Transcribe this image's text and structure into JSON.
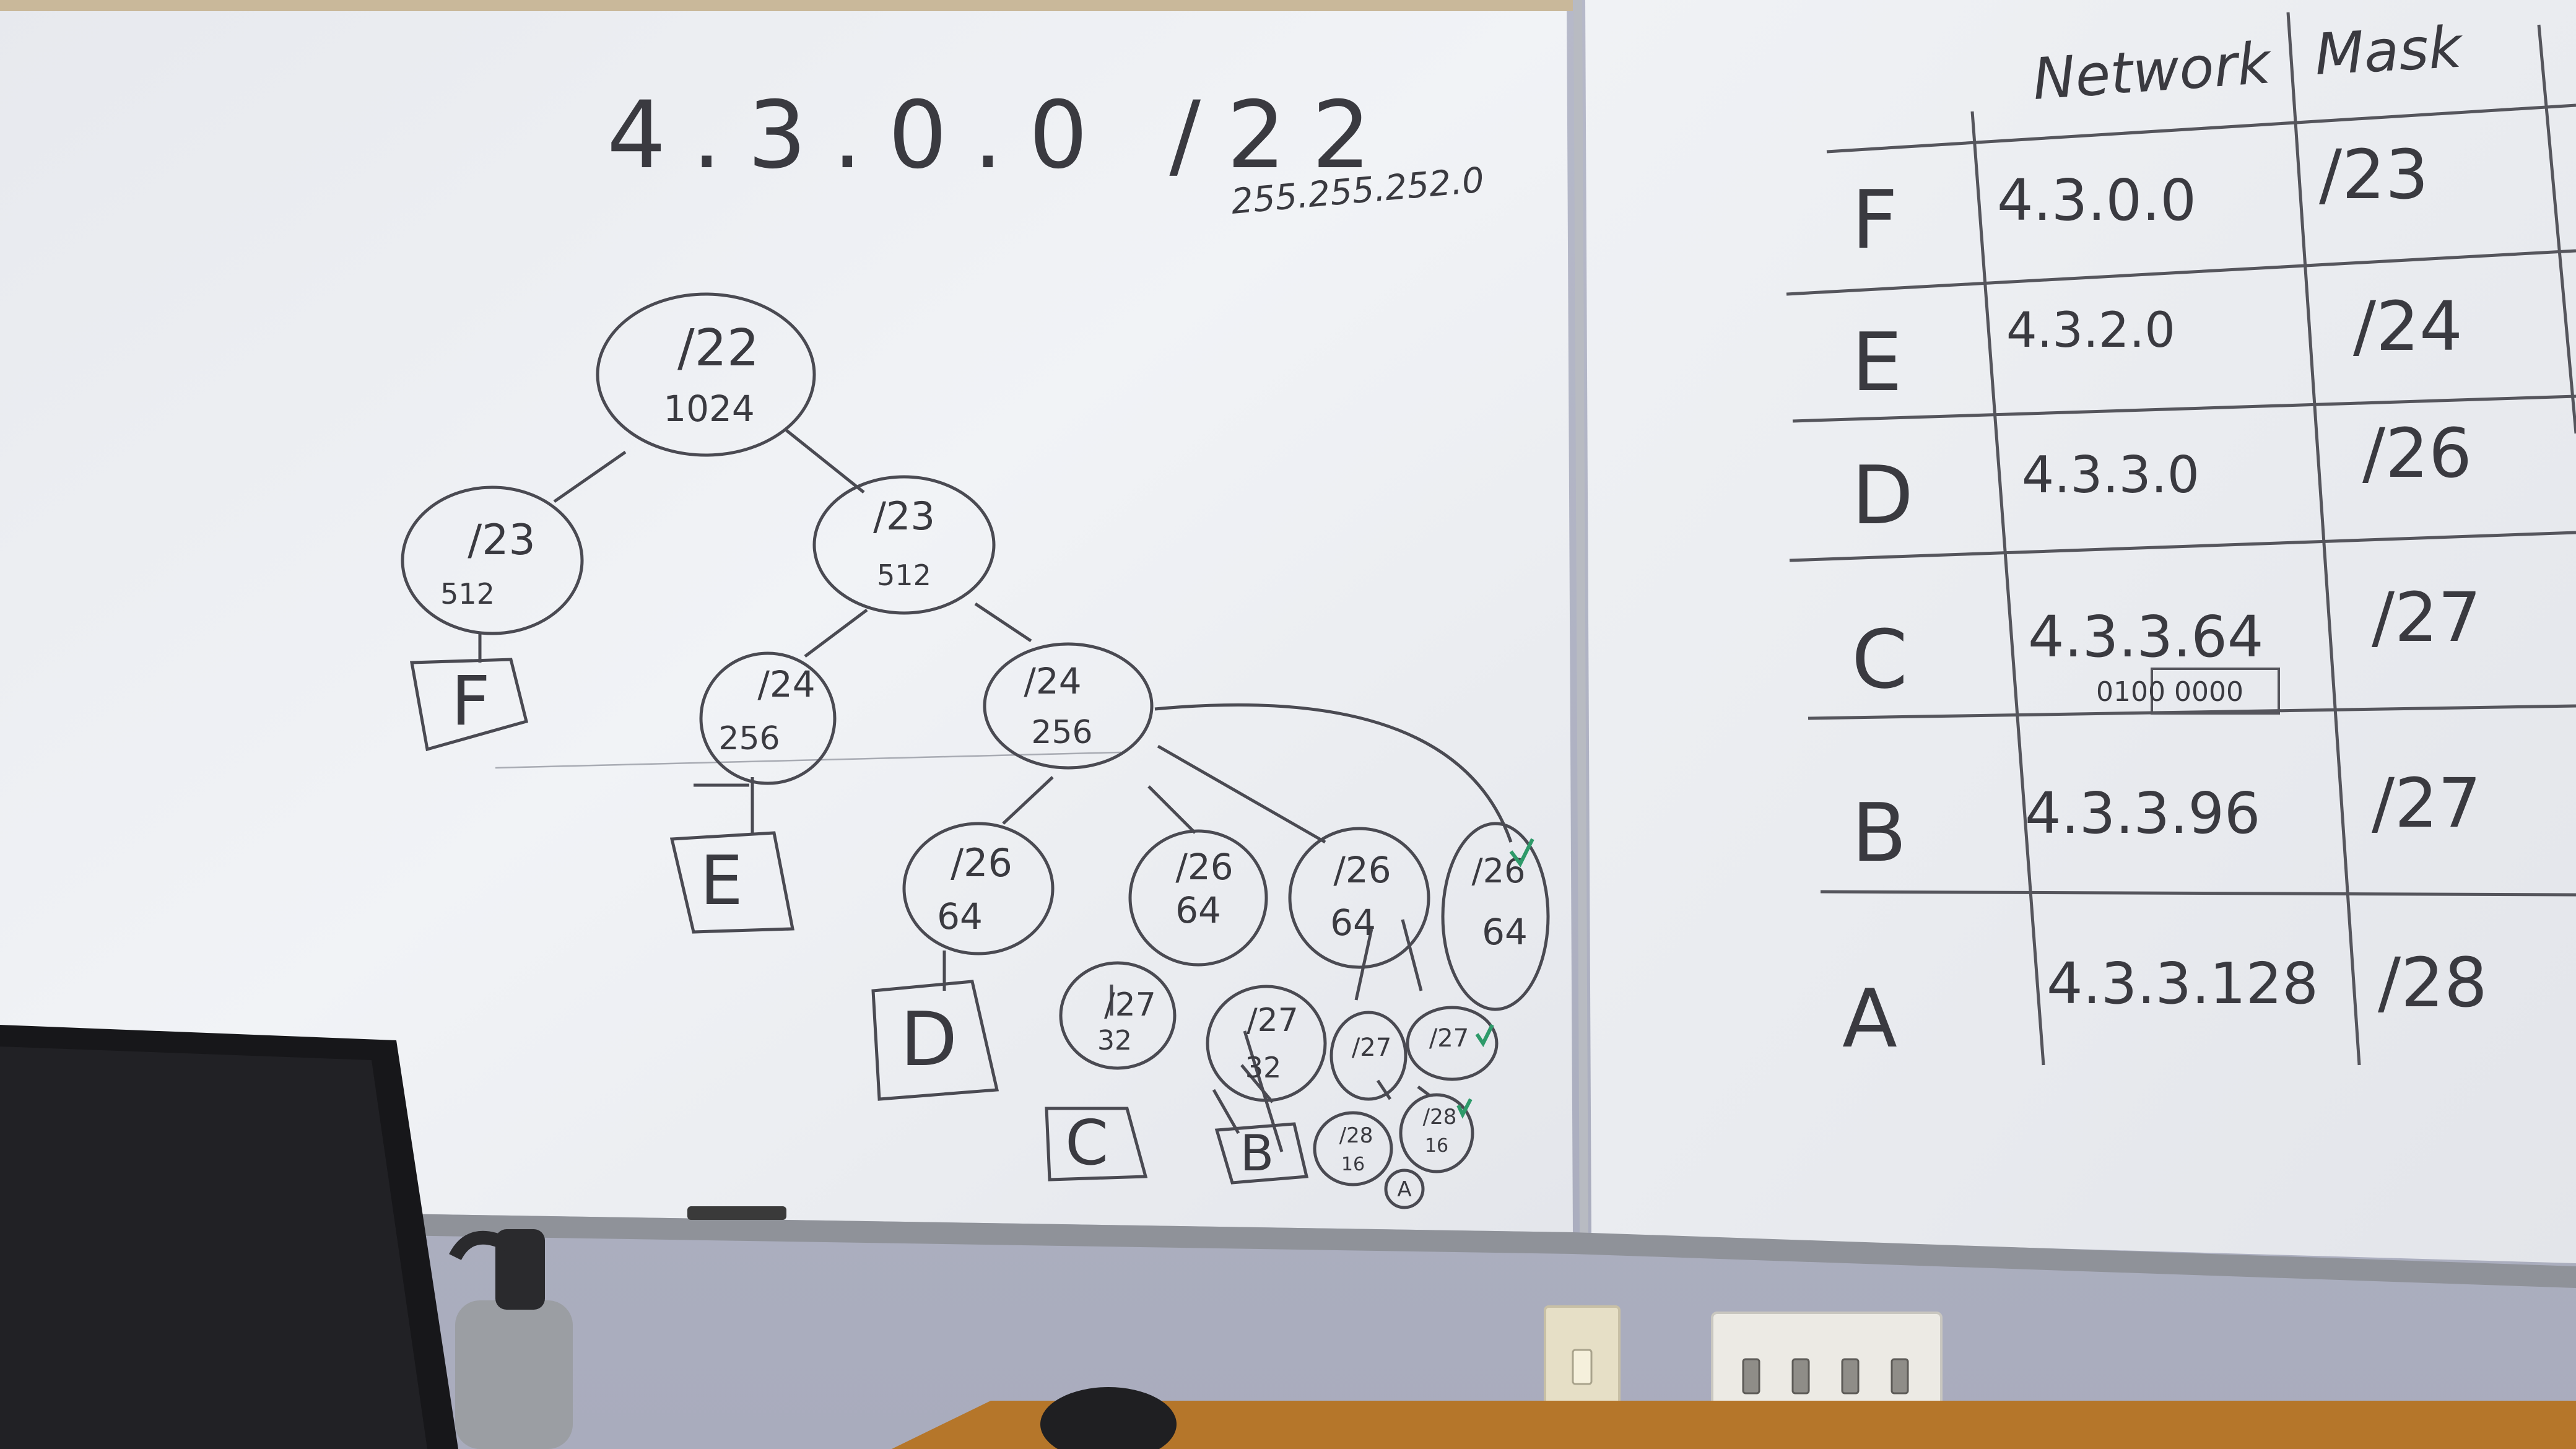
{
  "left_board": {
    "address": "4.3.0.0 /22",
    "mask": "255.255.252.0",
    "tree": {
      "root": {
        "prefix": "/22",
        "size": "1024"
      },
      "l1_left": {
        "prefix": "/23",
        "size": "512",
        "label": "F"
      },
      "l1_right": {
        "prefix": "/23",
        "size": "512"
      },
      "l2_left": {
        "prefix": "/24",
        "size": "256",
        "label": "E"
      },
      "l2_right": {
        "prefix": "/24",
        "size": "256"
      },
      "l3_a": {
        "prefix": "/26",
        "size": "64",
        "label": "D"
      },
      "l3_b": {
        "prefix": "/26",
        "size": "64"
      },
      "l3_c": {
        "prefix": "/26",
        "size": "64"
      },
      "l3_d": {
        "prefix": "/26",
        "size": "64"
      },
      "l4_a": {
        "prefix": "/27",
        "size": "32",
        "label": "C"
      },
      "l4_b": {
        "prefix": "/27",
        "size": "32",
        "label": "B"
      },
      "l4_c": {
        "prefix": "/27"
      },
      "l4_d": {
        "prefix": "/27"
      },
      "l5_a": {
        "prefix": "/28",
        "size": "16",
        "label": "A"
      },
      "l5_b": {
        "prefix": "/28",
        "size": "16"
      }
    }
  },
  "right_board": {
    "headers": {
      "network": "Network",
      "mask": "Mask"
    },
    "rows": [
      {
        "name": "F",
        "network": "4.3.0.0",
        "mask": "/23"
      },
      {
        "name": "E",
        "network": "4.3.2.0",
        "mask": "/24"
      },
      {
        "name": "D",
        "network": "4.3.3.0",
        "mask": "/26"
      },
      {
        "name": "C",
        "network": "4.3.3.64",
        "note": "0100 0000",
        "mask": "/27"
      },
      {
        "name": "B",
        "network": "4.3.3.96",
        "mask": "/27"
      },
      {
        "name": "A",
        "network": "4.3.3.128",
        "mask": "/28"
      }
    ]
  },
  "colors": {
    "ink": "#3a3a40",
    "board": "#eef0f3",
    "wall": "#b9bccb",
    "check": "#2e9a6a"
  }
}
